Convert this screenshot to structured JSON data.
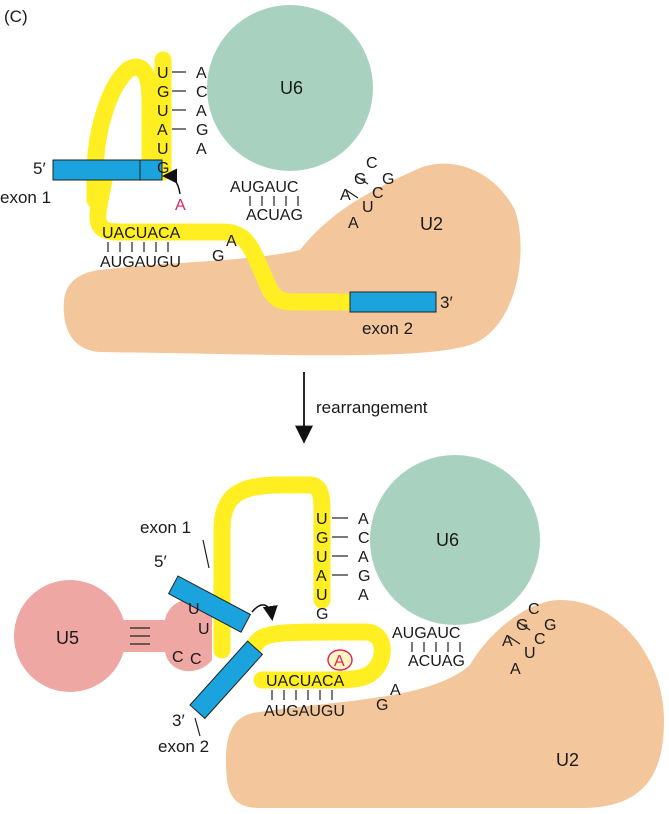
{
  "panel_label": "(C)",
  "arrow_label": "rearrangement",
  "colors": {
    "u2": "#f3c79b",
    "u6": "#a8d2bf",
    "u5": "#eea7a3",
    "rna": "#ffee22",
    "exon": "#1aa3dc",
    "branch_a": "#e0245e"
  },
  "top": {
    "u6_label": "U6",
    "u2_label": "U2",
    "five_prime": "5′",
    "three_prime": "3′",
    "exon1_label": "exon 1",
    "exon2_label": "exon 2",
    "branch_a": "A",
    "intron_strand": [
      "U",
      "G",
      "U",
      "A",
      "U",
      "G"
    ],
    "u6_strand_left": [
      "A",
      "C",
      "A",
      "G",
      "A"
    ],
    "u6_row": "AUGAUC",
    "u6_tail": [
      "A",
      "G",
      "C"
    ],
    "u2_tail": [
      "G",
      "C",
      "U",
      "A"
    ],
    "u2_row": "ACUAG",
    "intron_row": "UACUACA",
    "u2_bottom_row": "AUGAUGU",
    "g_bulge": "G",
    "a_bulge": "A"
  },
  "bottom": {
    "u6_label": "U6",
    "u2_label": "U2",
    "u5_label": "U5",
    "five_prime": "5′",
    "three_prime": "3′",
    "exon1_label": "exon 1",
    "exon2_label": "exon 2",
    "branch_a": "A",
    "intron_strand": [
      "U",
      "G",
      "U",
      "A",
      "U",
      "G"
    ],
    "u6_strand_left": [
      "A",
      "C",
      "A",
      "G",
      "A"
    ],
    "u6_row": "AUGAUC",
    "u6_tail": [
      "A",
      "G",
      "C"
    ],
    "u2_tail": [
      "G",
      "C",
      "U",
      "A"
    ],
    "u2_row": "ACUAG",
    "intron_row": "UACUACA",
    "u2_bottom_row": "AUGAUGU",
    "g_bulge": "G",
    "a_bulge": "A",
    "u5_bases": [
      "U",
      "U",
      "C",
      "C"
    ]
  }
}
